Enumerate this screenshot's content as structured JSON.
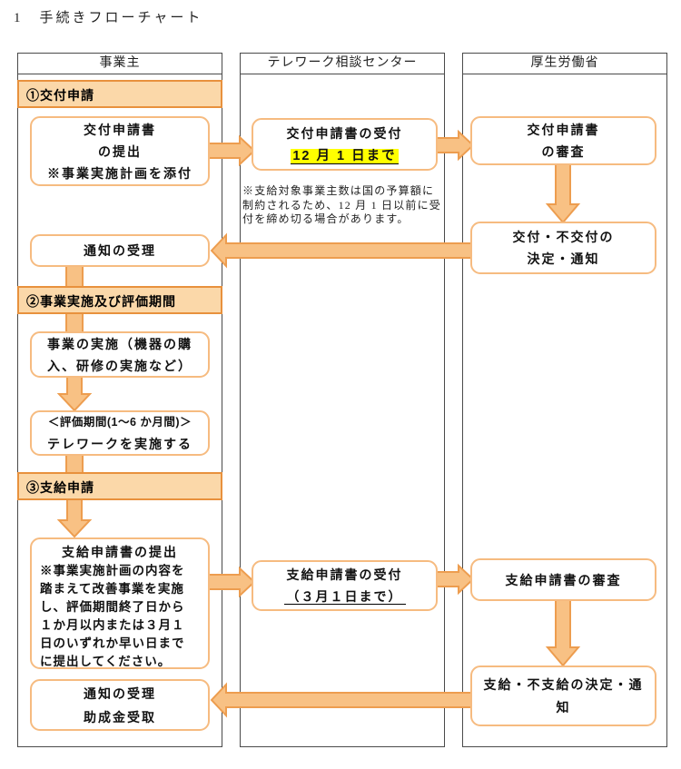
{
  "title": "1　手続きフローチャート",
  "columns": [
    "事業主",
    "テレワーク相談センター",
    "厚生労働省"
  ],
  "col1": {
    "step1": {
      "label": "①交付申請"
    },
    "submit": {
      "lines": [
        "交付申請書",
        "の提出",
        "※事業実施計画を添付"
      ]
    },
    "notice1": {
      "label": "通知の受理"
    },
    "step2": {
      "label": "②事業実施及び評価期間"
    },
    "implement": {
      "lines": [
        "事業の実施（機器の購",
        "入、研修の実施など）"
      ]
    },
    "evaluation": {
      "lines": [
        "＜評価期間(1～6 か月間)＞",
        "テレワークを実施する"
      ]
    },
    "step3": {
      "label": "③支給申請"
    },
    "payment_submit": {
      "title": "支給申請書の提出",
      "note_lines": [
        "※事業実施計画の内容を",
        "踏まえて改善事業を実施",
        "し、評価期間終了日から",
        "１か月以内または３月１",
        "日のいずれか早い日まで",
        "に提出してください。"
      ]
    },
    "notice2": {
      "lines": [
        "通知の受理",
        "助成金受取"
      ]
    }
  },
  "col2": {
    "grant_receipt": {
      "title": "交付申請書の受付",
      "deadline": "12 月 1 日まで"
    },
    "note_lines": [
      "※支給対象事業主数は国の予算額に",
      "制約されるため、12 月 1 日以前に受",
      "付を締め切る場合があります。"
    ],
    "payment_receipt": {
      "title": "支給申請書の受付",
      "deadline": "（３月１日まで）"
    }
  },
  "col3": {
    "grant_review": {
      "lines": [
        "交付申請書",
        "の審査"
      ]
    },
    "grant_decision": {
      "lines": [
        "交付・不交付の",
        "決定・通知"
      ]
    },
    "payment_review": {
      "label": "支給申請書の審査"
    },
    "payment_decision": {
      "lines": [
        "支給・不支給の決定・通",
        "知"
      ]
    }
  },
  "colors": {
    "section_fill": "#fbd8a9",
    "section_border": "#e8913d",
    "box_border": "#f6bb80",
    "arrow_fill": "#f8c184",
    "arrow_stroke": "#ed9d4f",
    "highlight": "#ffff00",
    "frame": "#4a4a4a"
  }
}
